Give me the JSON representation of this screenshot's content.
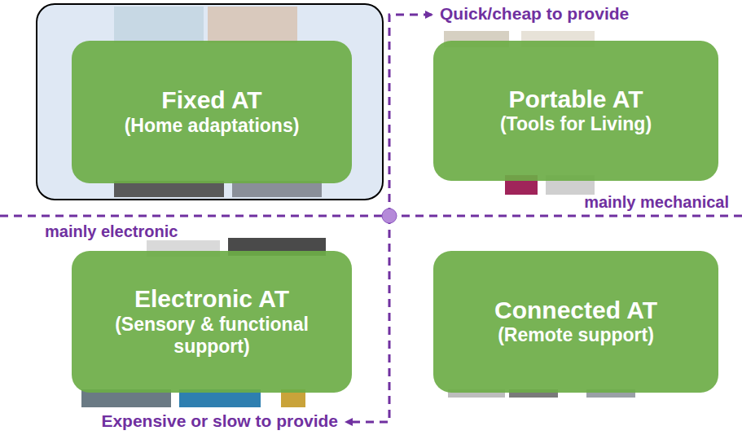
{
  "diagram": {
    "nodes": [
      {
        "text": [
          "Fixed AT",
          "(Home adaptations)"
        ]
      },
      {
        "text": [
          "Portable AT",
          "(Tools for Living)"
        ]
      },
      {
        "text": [
          "Electronic AT",
          "(Sensory & functional support)"
        ]
      },
      {
        "text": [
          "Connected AT",
          "(Remote support)"
        ]
      }
    ],
    "labels": [
      "Quick/cheap to provide",
      "mainly mechanical",
      "mainly electronic",
      "Expensive or slow to provide"
    ]
  }
}
